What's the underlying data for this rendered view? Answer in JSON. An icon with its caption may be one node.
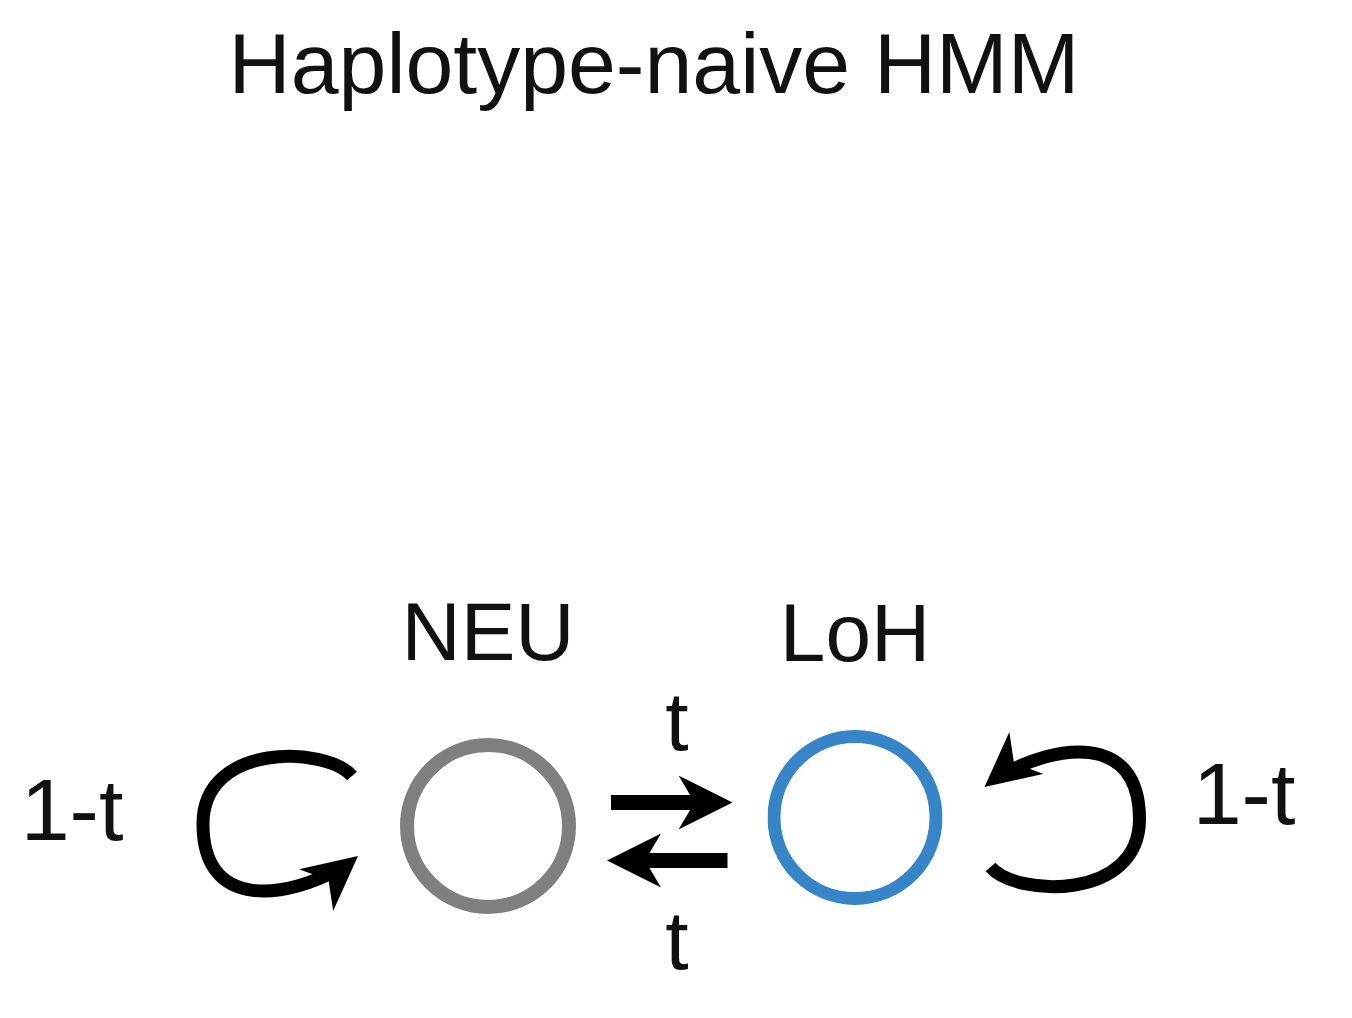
{
  "diagram": {
    "title": "Haplotype-naive HMM",
    "nodes": [
      {
        "text": [
          "NEU"
        ]
      },
      {
        "text": [
          "LoH"
        ]
      }
    ],
    "edges": [
      {
        "from": 0,
        "to": 0,
        "arrow": "to",
        "label": "1-t"
      },
      {
        "from": 0,
        "to": 1,
        "arrow": "to",
        "label": "t"
      },
      {
        "from": 1,
        "to": 0,
        "arrow": "to",
        "label": "t"
      },
      {
        "from": 1,
        "to": 1,
        "arrow": "to",
        "label": "1-t"
      }
    ]
  }
}
